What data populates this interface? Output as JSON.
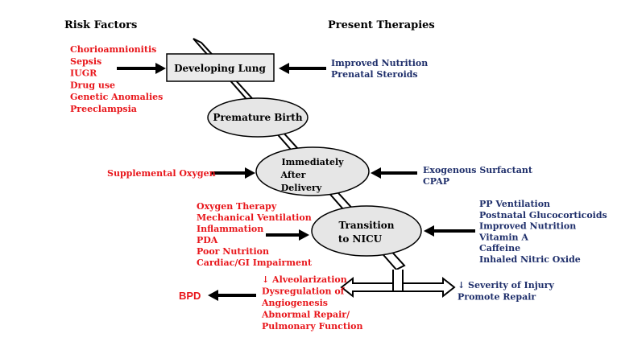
{
  "headers": {
    "risk_factors": "Risk Factors",
    "present_therapies": "Present Therapies"
  },
  "colors": {
    "risk": "#e8161b",
    "therapy": "#1f2f6b",
    "node_fill": "#e6e6e6",
    "bpd": "#e8161b"
  },
  "nodes": {
    "developing_lung": "Developing Lung",
    "premature_birth": "Premature Birth",
    "after_delivery": [
      "Immediately",
      "After",
      "Delivery"
    ],
    "transition": [
      "Transition",
      "to NICU"
    ]
  },
  "risks": {
    "developing_lung": [
      "Chorioamnionitis",
      "Sepsis",
      "IUGR",
      "Drug use",
      "Genetic Anomalies",
      "Preeclampsia"
    ],
    "after_delivery": [
      "Supplemental Oxygen"
    ],
    "transition": [
      "Oxygen Therapy",
      "Mechanical Ventilation",
      "Inflammation",
      "PDA",
      "Poor Nutrition",
      "Cardiac/GI Impairment"
    ]
  },
  "therapies": {
    "developing_lung": [
      "Improved Nutrition",
      "Prenatal Steroids"
    ],
    "after_delivery": [
      "Exogenous Surfactant",
      "CPAP"
    ],
    "transition": [
      "PP Ventilation",
      "Postnatal Glucocorticoids",
      "Improved Nutrition",
      "Vitamin A",
      "Caffeine",
      "Inhaled Nitric Oxide"
    ]
  },
  "outcomes": {
    "left": [
      "↓ Alveolarization",
      "Dysregulation of",
      "Angiogenesis",
      "Abnormal Repair/",
      "Pulmonary Function"
    ],
    "right": [
      "↓ Severity of Injury",
      "Promote Repair"
    ]
  },
  "bpd_label": "BPD"
}
